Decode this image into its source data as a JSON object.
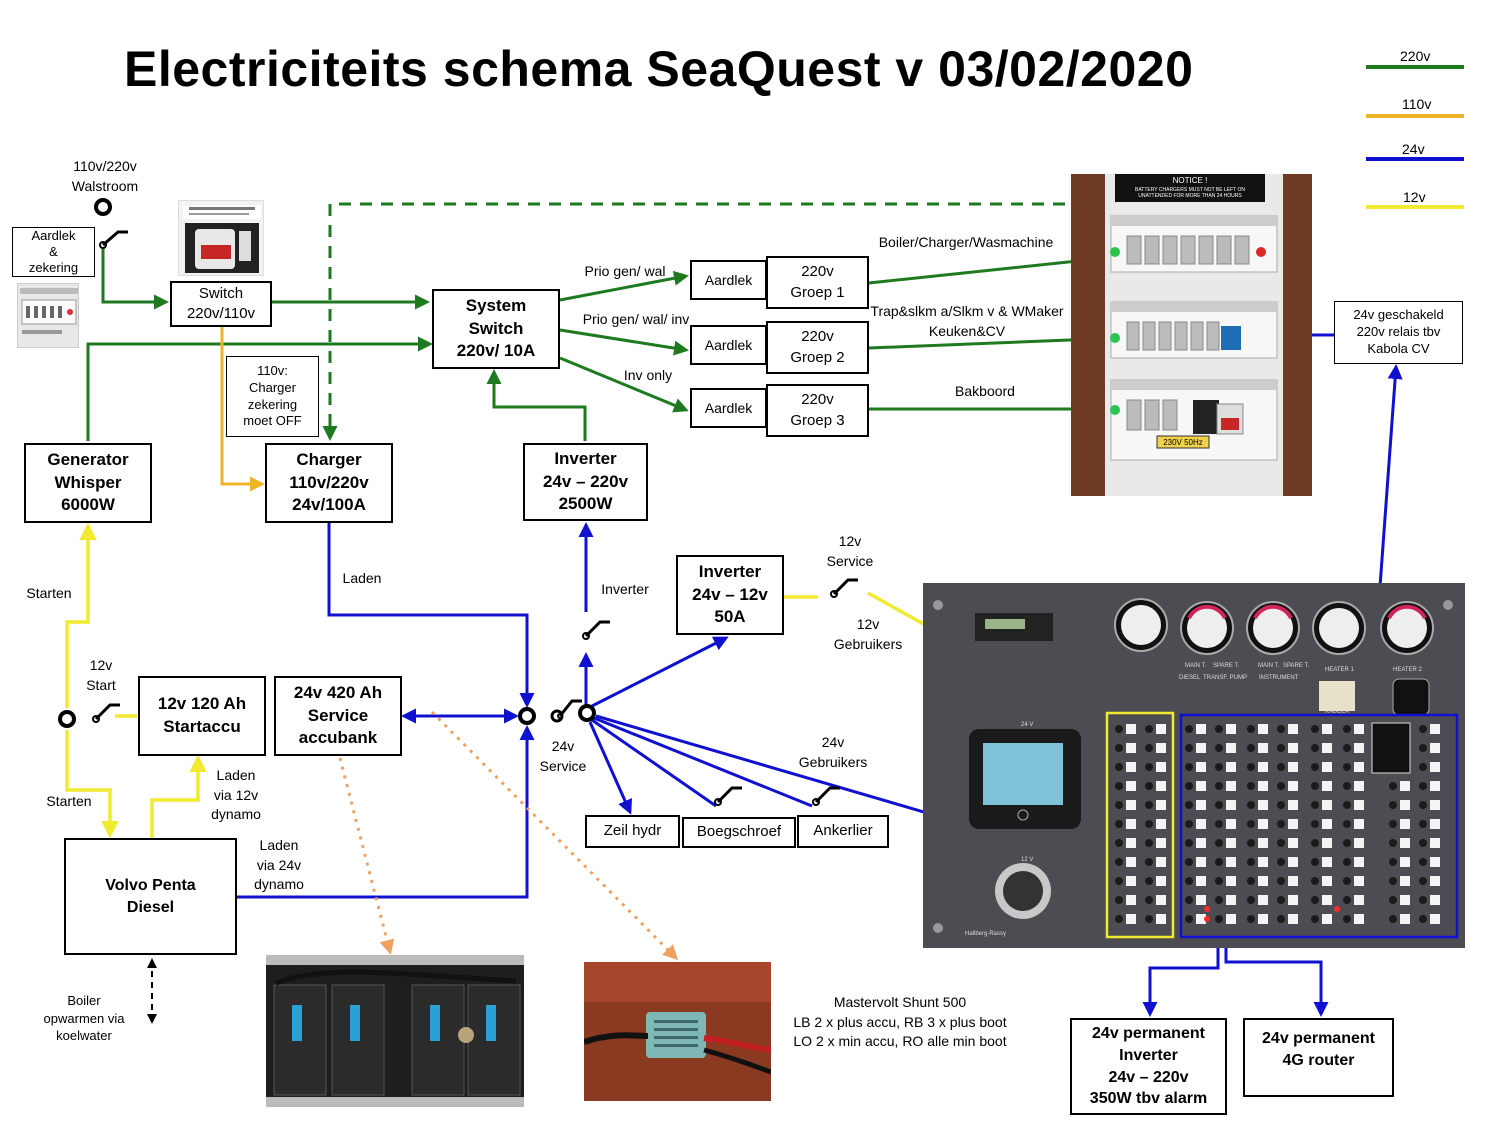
{
  "title": "Electriciteits schema SeaQuest v 03/02/2020",
  "legend": [
    {
      "label": "220v",
      "color": "#1e7a1e"
    },
    {
      "label": "110v",
      "color": "#f0b429"
    },
    {
      "label": "24v",
      "color": "#1010d0"
    },
    {
      "label": "12v",
      "color": "#f2ea30"
    }
  ],
  "boxes": {
    "aardlek_zekering": "Aardlek\n&\nzekering",
    "switch": "Switch\n220v/110v",
    "system_switch": "System\nSwitch\n220v/ 10A",
    "charger_note": "110v:\nCharger\nzekering\nmoet OFF",
    "generator": "Generator\nWhisper\n6000W",
    "charger": "Charger\n110v/220v\n24v/100A",
    "inverter_220": "Inverter\n24v – 220v\n2500W",
    "aardlek1": "Aardlek",
    "aardlek2": "Aardlek",
    "aardlek3": "Aardlek",
    "groep1": "220v\nGroep 1",
    "groep2": "220v\nGroep 2",
    "groep3": "220v\nGroep 3",
    "inverter_12": "Inverter\n24v – 12v\n50A",
    "startaccu": "12v 120 Ah\nStartaccu",
    "service_accubank": "24v 420 Ah\nService\naccubank",
    "volvo": "Volvo Penta\nDiesel",
    "zeil_hydr": "Zeil hydr",
    "boegschroef": "Boegschroef",
    "ankerlier": "Ankerlier",
    "kabola": "24v geschakeld\n220v relais tbv\nKabola CV",
    "perm_inverter": "24v permanent\nInverter\n24v – 220v\n350W tbv alarm",
    "perm_router": "24v permanent\n4G router"
  },
  "labels": {
    "walstroom": "110v/220v\nWalstroom",
    "prio_gen_wal": "Prio gen/ wal",
    "prio_gen_wal_inv": "Prio gen/ wal/ inv",
    "inv_only": "Inv only",
    "boiler_charger": "Boiler/Charger/Wasmachine",
    "trap": "Trap&slkm a/Slkm v & WMaker\nKeuken&CV",
    "bakboord": "Bakboord",
    "starten_top": "Starten",
    "start_12v": "12v\nStart",
    "starten_bottom": "Starten",
    "laden_charger": "Laden",
    "laden_12v": "Laden\nvia 12v\ndynamo",
    "laden_24v": "Laden\nvia 24v\ndynamo",
    "inverter_lbl": "Inverter",
    "service_24v": "24v\nService",
    "service_12v": "12v\nService",
    "gebruikers_12v": "12v\nGebruikers",
    "gebruikers_24v": "24v\nGebruikers",
    "boiler": "Boiler\nopwarmen via\nkoelwater",
    "shunt": "Mastervolt Shunt 500\nLB 2 x plus accu, RB 3 x plus boot\nLO 2 x min accu, RO alle min boot"
  },
  "photo_text": {
    "notice": "NOTICE !",
    "notice_sub": "BATTERY CHARGERS MUST NOT BE LEFT ON\nUNATTENDED FOR MORE THAN 24 HOURS",
    "voltage_tag": "230V 50Hz",
    "gauge_labels": [
      "MAIN T.",
      "SPARE T.",
      "MAIN T.",
      "SPARE T.",
      "HEATER 1",
      "HEATER 2"
    ],
    "gauge_sub": [
      "DIESEL",
      "TRANSF. PUMP",
      "INSTRUMENT"
    ],
    "section_24v": "24 V",
    "section_12v": "12 V",
    "brand": "Hallberg-Rassy",
    "kabola": "KABOLA"
  }
}
